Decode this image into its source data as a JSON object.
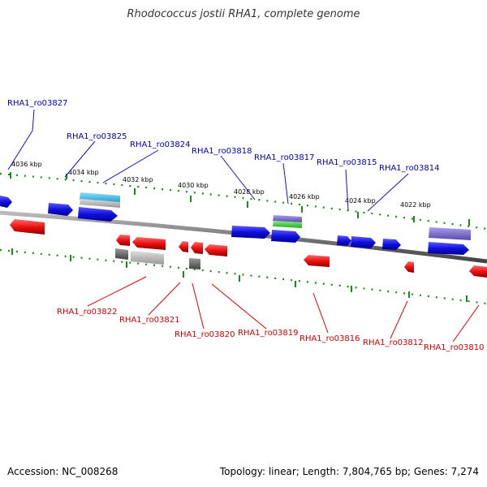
{
  "title": "Rhodococcus jostii RHA1, complete genome",
  "accession": "Accession: NC_008268",
  "topology": "Topology: linear; Length: 7,804,765 bp; Genes: 7,274",
  "colors": {
    "forward_gene": "#1010e0",
    "reverse_gene": "#ee1010",
    "forward_label": "#0000aa",
    "reverse_label": "#cc0000",
    "axis": "#888888",
    "tick": "#1a8a1a",
    "rna_cyan": "#33bbee",
    "rna_green": "#33cc33",
    "rna_purple": "#7a6acc",
    "pseudo_gray": "#777777",
    "pseudo_light": "#bbbbbb"
  },
  "scale_labels": [
    {
      "text": "4036 kbp"
    },
    {
      "text": "4034 kbp"
    },
    {
      "text": "4032 kbp"
    },
    {
      "text": "4030 kbp"
    },
    {
      "text": "4028 kbp"
    },
    {
      "text": "4026 kbp"
    },
    {
      "text": "4024 kbp"
    },
    {
      "text": "4022 kbp"
    }
  ],
  "forward_labels": [
    {
      "text": "RHA1_ro03827"
    },
    {
      "text": "RHA1_ro03825"
    },
    {
      "text": "RHA1_ro03824"
    },
    {
      "text": "RHA1_ro03818"
    },
    {
      "text": "RHA1_ro03817"
    },
    {
      "text": "RHA1_ro03815"
    },
    {
      "text": "RHA1_ro03814"
    }
  ],
  "reverse_labels": [
    {
      "text": "RHA1_ro03822"
    },
    {
      "text": "RHA1_ro03821"
    },
    {
      "text": "RHA1_ro03820"
    },
    {
      "text": "RHA1_ro03819"
    },
    {
      "text": "RHA1_ro03816"
    },
    {
      "text": "RHA1_ro03812"
    },
    {
      "text": "RHA1_ro03810"
    }
  ]
}
